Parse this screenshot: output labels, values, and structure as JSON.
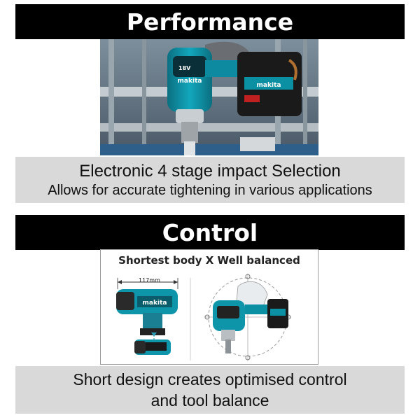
{
  "section_performance": {
    "heading": "Performance",
    "caption_line1": "Electronic 4 stage impact Selection",
    "caption_line2": "Allows for accurate tightening in various applications",
    "photo_badge_text": "18V"
  },
  "section_control": {
    "heading": "Control",
    "panel_title": "Shortest body X Well balanced",
    "dimension_label": "117mm",
    "caption_line1": "Short design creates optimised control",
    "caption_line2": "and tool balance"
  },
  "brand_logo_text": "makita",
  "colors": {
    "header_bar": "#000000",
    "header_text": "#ffffff",
    "caption_bg": "#d9d9d9",
    "makita_teal": "#0a8fa3",
    "battery_black": "#1a1a1a"
  }
}
